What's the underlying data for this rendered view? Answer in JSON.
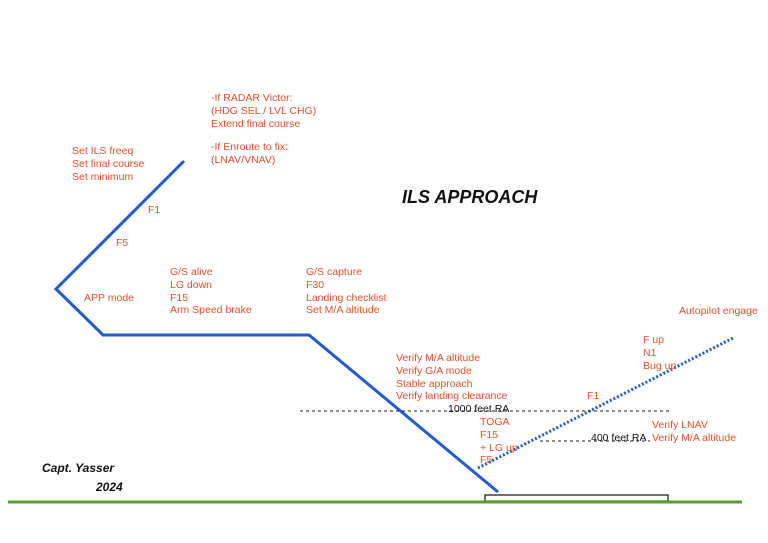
{
  "title": "ILS APPROACH",
  "author": {
    "name": "Capt. Yasser",
    "year": "2024"
  },
  "notes": {
    "radar": "-If RADAR Victor:\n(HDG SEL / LVL CHG)\nExtend final course",
    "enroute": "-If Enroute to fix:\n(LNAV/VNAV)",
    "set_ils": "Set ILS freeq\nSet final course\nSet minimum",
    "f1_intercept": "F1",
    "f5_intercept": "F5",
    "app_mode": "APP mode",
    "gs_alive": "G/S alive\nLG down\nF15\nArm Speed brake",
    "gs_capture": "G/S capture\nF30\nLanding checklist\nSet M/A altitude",
    "verify_block": "Verify M/A altitude\nVerify G/A mode\nStable approach\nVerify landing clearance",
    "gate_1000": "1000 feet RA",
    "toga_block": "TOGA\nF15\n+ LG up\nF5",
    "f1_climb": "F1",
    "gate_400": "400 feet RA",
    "verify_lnav": "Verify LNAV\nVerify M/A altitude",
    "f_up_block": "F up\nN1\nBug up",
    "autopilot": "Autopilot engage"
  },
  "colors": {
    "approach_path": "#1f5bd8",
    "missed_approach_path": "#1f5bd8",
    "annotation_text": "#e8512a",
    "ground": "#5a9e2f",
    "gate_line": "#222222"
  }
}
